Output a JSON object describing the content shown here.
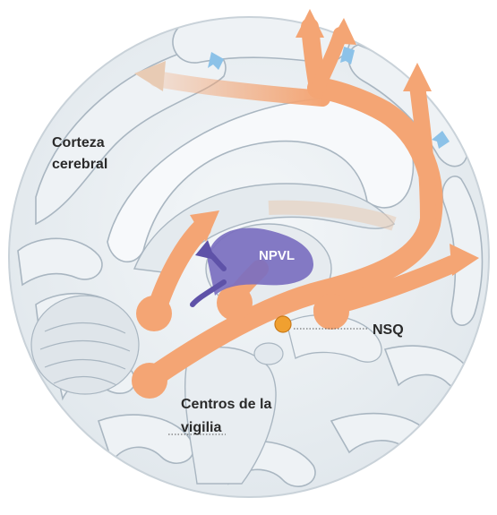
{
  "labels": {
    "cortex_line1": "Corteza",
    "cortex_line2": "cerebral",
    "npvl": "NPVL",
    "nsq": "NSQ",
    "wake_line1": "Centros de la",
    "wake_line2": "vigilia"
  },
  "colors": {
    "pathway_orange": "#f4a574",
    "pathway_fade": "#e8cbb4",
    "npvl_purple": "#7b6fc0",
    "nsq_nucleus": "#f0a030",
    "small_arrows_blue": "#8cc2e8",
    "brain_tissue": "#e9eef2",
    "brain_outline": "#a9b6c1"
  }
}
